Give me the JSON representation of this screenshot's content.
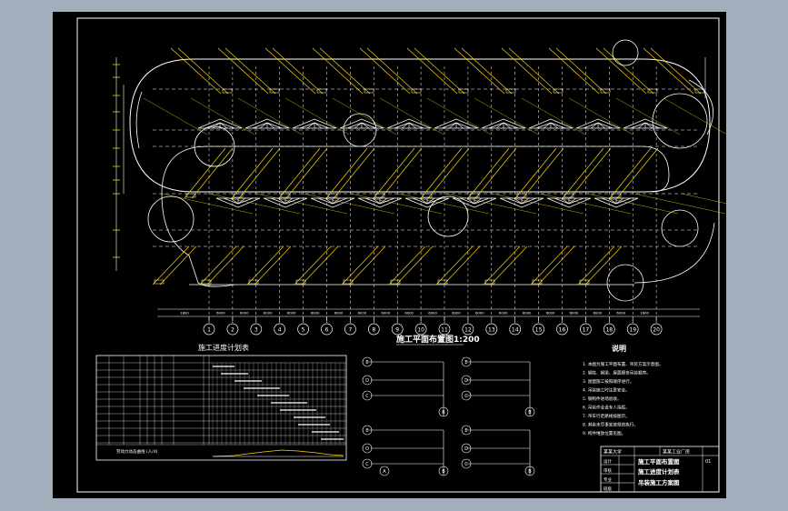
{
  "plan": {
    "title": "施工平面布置图1:200",
    "axis_labels": [
      "1",
      "2",
      "3",
      "4",
      "5",
      "6",
      "7",
      "8",
      "9",
      "10",
      "11",
      "12",
      "13",
      "14",
      "15",
      "16",
      "17",
      "18",
      "19",
      "20"
    ],
    "span_dims": [
      "1800",
      "6000",
      "6000",
      "6000",
      "6000",
      "6000",
      "6000",
      "6000",
      "6000",
      "6000",
      "6000",
      "6000",
      "6000",
      "6000",
      "6000",
      "6000",
      "6000",
      "6000",
      "6000",
      "1800"
    ]
  },
  "schedule": {
    "title": "施工进度计划表",
    "caption": "劳动力动态曲线 (人/d)"
  },
  "notes": {
    "title": "说明",
    "items": [
      "1. 本图为施工平面布置、吊装方案示意图。",
      "2. 钢柱、钢梁、屋面檩条吊装顺序。",
      "3. 屋面施工按照顺序进行。",
      "4. 吊装施工时注意安全。",
      "5. 钢构件进场验收。",
      "6. 吊装作业设专人指挥。",
      "7. 吊车行走路线按图示。",
      "8. 其余未尽事宜按规范执行。",
      "9. 构件堆放位置见图。"
    ]
  },
  "small_views": {
    "labels_left": [
      "E",
      "D",
      "C",
      "B",
      "A"
    ],
    "labels_right": [
      "E",
      "D",
      "C",
      "B",
      "A"
    ]
  },
  "title_block": {
    "school": "某某大学",
    "project": "某某工业厂房",
    "drawing_lines": [
      "施工平面布置图",
      "施工进度计划表",
      "吊装施工方案图"
    ],
    "rows": [
      "设计",
      "审核",
      "专业",
      "班级"
    ],
    "sheet_no": "01"
  }
}
